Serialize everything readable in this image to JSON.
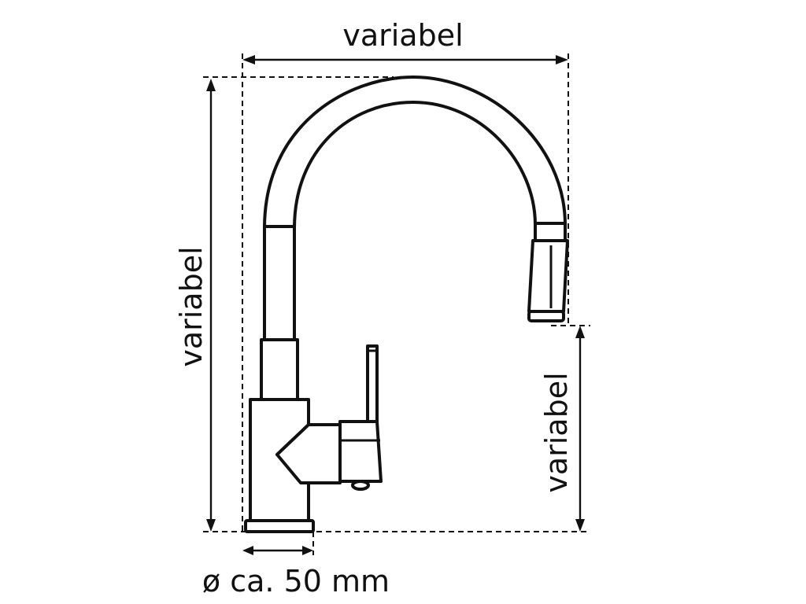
{
  "dimensions": {
    "top_width": "variabel",
    "total_height": "variabel",
    "spout_height": "variabel",
    "base_diameter": "ø ca. 50 mm"
  },
  "colors": {
    "line": "#111111",
    "background": "#ffffff"
  }
}
